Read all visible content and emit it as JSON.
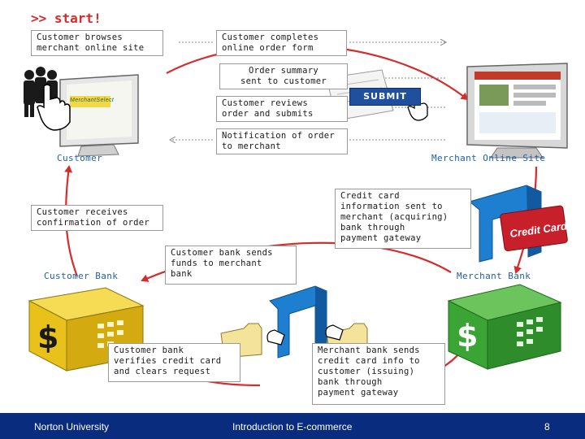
{
  "diagram": {
    "start_label": ">> start!",
    "steps": {
      "browse": "Customer browses\nmerchant online site",
      "complete_form": "Customer completes\nonline order form",
      "order_summary": "Order summary\nsent to customer",
      "review_submit": "Customer reviews\norder and submits",
      "notify_merchant": "Notification of order\nto merchant",
      "receives_confirmation": "Customer receives\nconfirmation of order",
      "card_info_acquiring": "Credit card\ninformation sent to\nmerchant (acquiring)\nbank through\npayment gateway",
      "bank_sends_funds": "Customer bank sends\nfunds to merchant\nbank",
      "bank_verifies": "Customer bank\nverifies credit card\nand clears request",
      "merchant_bank_sends": "Merchant bank sends\ncredit card info to\ncustomer (issuing)\nbank through\npayment gateway"
    },
    "actors": {
      "customer": "Customer",
      "merchant_site": "Merchant Online Site",
      "customer_bank": "Customer Bank",
      "merchant_bank": "Merchant Bank"
    },
    "submit_button": "SUBMIT",
    "credit_card_label": "Credit Card",
    "merchant_logo_text": "MerchantSelect",
    "colors": {
      "cycle_arrow": "#d42d2d",
      "actor_label": "#1f5fa8",
      "customer_bank_cube": "#e8c21a",
      "merchant_bank_cube": "#3aa535",
      "gateway": "#1e7fd0",
      "footer": "#0a2c7e"
    }
  },
  "footer": {
    "left": "Norton University",
    "center": "Introduction to E-commerce",
    "page": "8"
  }
}
